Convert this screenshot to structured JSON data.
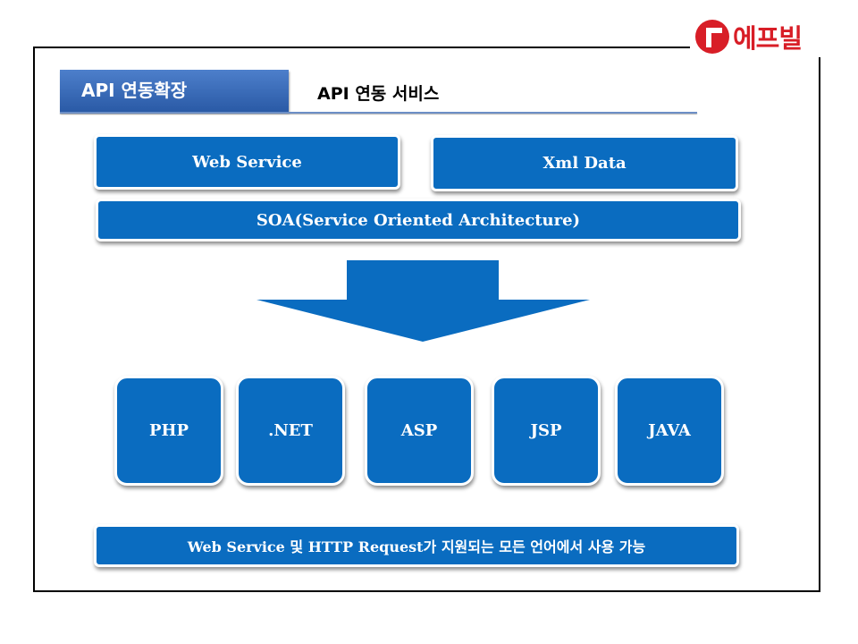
{
  "logo": {
    "text": "에프빌"
  },
  "header": {
    "tab_label": "API 연동확장",
    "title": "API 연동 서비스"
  },
  "top_boxes": [
    "Web Service",
    "Xml Data"
  ],
  "soa_label": "SOA(Service Oriented Architecture)",
  "languages": [
    "PHP",
    ".NET",
    "ASP",
    "JSP",
    "JAVA"
  ],
  "footer_label": "Web Service 및 HTTP Request가 지원되는 모든 언어에서 사용 가능",
  "colors": {
    "box": "#0a6cc0",
    "logo": "#d81e27"
  }
}
